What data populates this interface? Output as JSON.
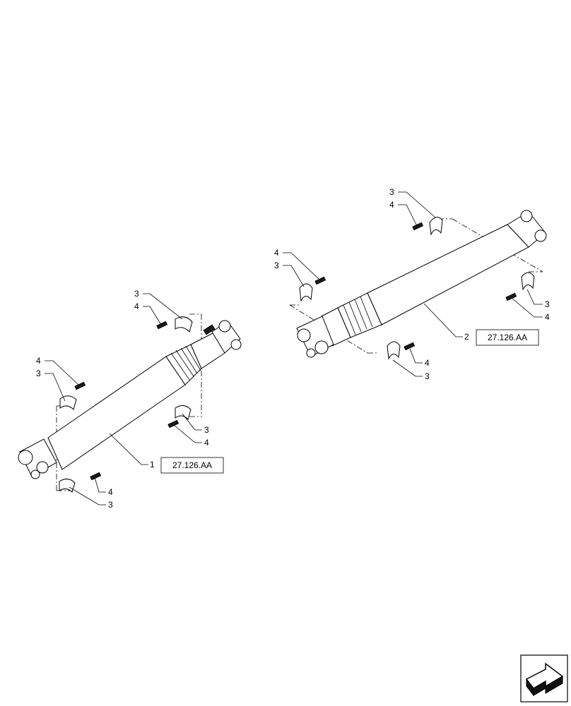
{
  "assemblies": [
    {
      "item": "1",
      "reference": "27.126.AA",
      "hardware": [
        {
          "strap": "3",
          "bolt": "4"
        },
        {
          "strap": "3",
          "bolt": "4"
        },
        {
          "strap": "3",
          "bolt": "4"
        },
        {
          "strap": "3",
          "bolt": "4"
        }
      ]
    },
    {
      "item": "2",
      "reference": "27.126.AA",
      "hardware": [
        {
          "strap": "3",
          "bolt": "4"
        },
        {
          "strap": "3",
          "bolt": "4"
        },
        {
          "strap": "3",
          "bolt": "4"
        },
        {
          "strap": "3",
          "bolt": "4"
        }
      ]
    }
  ],
  "navigation": {
    "icon": "next-page-arrow-icon"
  }
}
